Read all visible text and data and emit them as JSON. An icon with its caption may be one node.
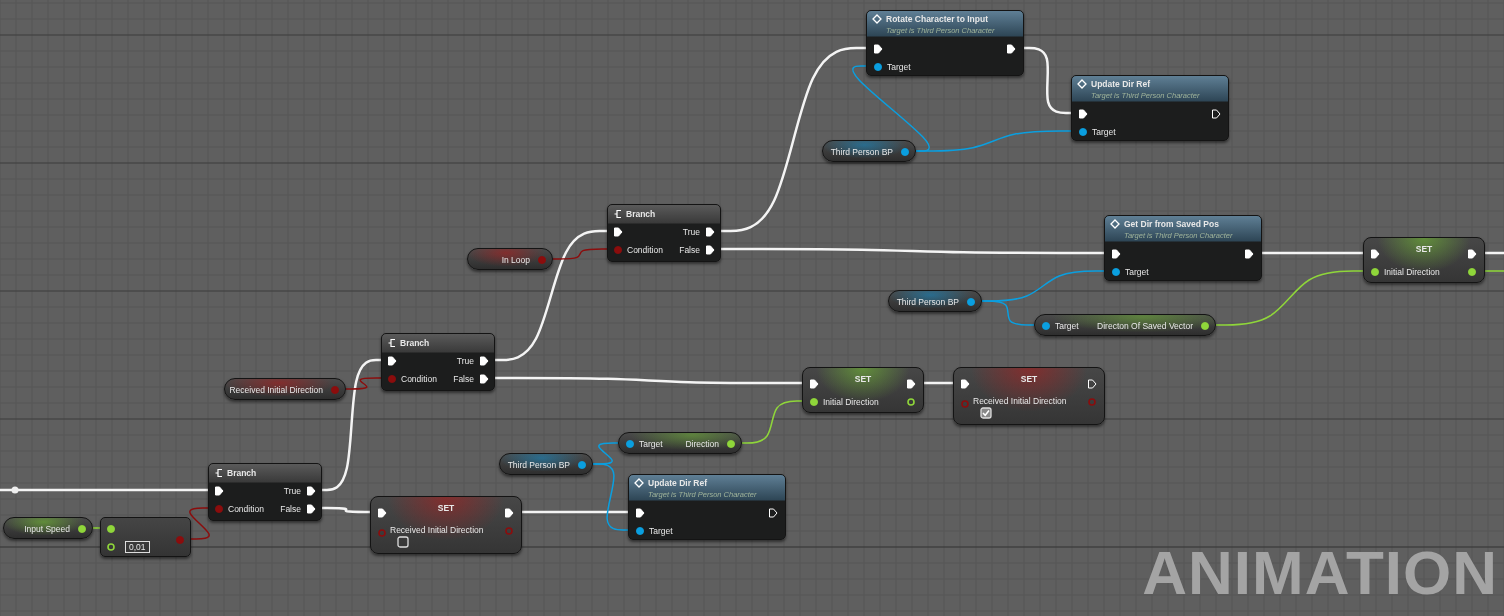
{
  "diagram": {
    "nodes": [
      {
        "text": [
          "Input Speed"
        ]
      },
      {
        "text": [
          "0,01"
        ]
      },
      {
        "text": [
          "Branch",
          "Condition",
          "True",
          "False"
        ]
      },
      {
        "text": [
          "Received Initial Direction"
        ]
      },
      {
        "text": [
          "Branch",
          "Condition",
          "True",
          "False"
        ]
      },
      {
        "text": [
          "In Loop"
        ]
      },
      {
        "text": [
          "Branch",
          "Condition",
          "True",
          "False"
        ]
      },
      {
        "text": [
          "Rotate Character to Input",
          "Target is Third Person Character",
          "Target"
        ]
      },
      {
        "text": [
          "Third Person BP"
        ]
      },
      {
        "text": [
          "Update Dir Ref",
          "Target is Third Person Character",
          "Target"
        ]
      },
      {
        "text": [
          "Get Dir from Saved Pos",
          "Target is Third Person Character",
          "Target"
        ]
      },
      {
        "text": [
          "SET",
          "Initial Direction"
        ]
      },
      {
        "text": [
          "Third Person BP"
        ]
      },
      {
        "text": [
          "Target",
          "Directon Of Saved Vector"
        ]
      },
      {
        "text": [
          "SET",
          "Initial Direction"
        ]
      },
      {
        "text": [
          "SET",
          "Received Initial Direction"
        ]
      },
      {
        "text": [
          "Third Person BP"
        ]
      },
      {
        "text": [
          "Target",
          "Direction"
        ]
      },
      {
        "text": [
          "SET",
          "Received Initial Direction"
        ]
      },
      {
        "text": [
          "Update Dir Ref",
          "Target is Third Person Character",
          "Target"
        ]
      }
    ],
    "edges": [
      {
        "from": null,
        "to": 2,
        "arrow": "none"
      },
      {
        "from": 2,
        "to": 4,
        "arrow": "none"
      },
      {
        "from": 2,
        "to": 18,
        "arrow": "none"
      },
      {
        "from": 4,
        "to": 6,
        "arrow": "none"
      },
      {
        "from": 4,
        "to": 14,
        "arrow": "none"
      },
      {
        "from": 6,
        "to": 7,
        "arrow": "none"
      },
      {
        "from": 6,
        "to": 10,
        "arrow": "none"
      },
      {
        "from": 7,
        "to": 9,
        "arrow": "none"
      },
      {
        "from": 10,
        "to": 11,
        "arrow": "none"
      },
      {
        "from": 11,
        "to": null,
        "arrow": "none"
      },
      {
        "from": 14,
        "to": 15,
        "arrow": "none"
      },
      {
        "from": 18,
        "to": 19,
        "arrow": "none"
      },
      {
        "from": 0,
        "to": 1,
        "arrow": "none",
        "color": "#8fd63a"
      },
      {
        "from": 1,
        "to": 2,
        "arrow": "none",
        "color": "#8b0d0d"
      },
      {
        "from": 3,
        "to": 4,
        "arrow": "none",
        "color": "#8b0d0d"
      },
      {
        "from": 5,
        "to": 6,
        "arrow": "none",
        "color": "#8b0d0d"
      },
      {
        "from": 8,
        "to": 7,
        "arrow": "none",
        "color": "#0a9fe0"
      },
      {
        "from": 8,
        "to": 9,
        "arrow": "none",
        "color": "#0a9fe0"
      },
      {
        "from": 12,
        "to": 10,
        "arrow": "none",
        "color": "#0a9fe0"
      },
      {
        "from": 12,
        "to": 13,
        "arrow": "none",
        "color": "#0a9fe0"
      },
      {
        "from": 13,
        "to": 11,
        "arrow": "none",
        "color": "#8fd63a"
      },
      {
        "from": 11,
        "to": null,
        "arrow": "none",
        "color": "#8fd63a"
      },
      {
        "from": 16,
        "to": 17,
        "arrow": "none",
        "color": "#0a9fe0"
      },
      {
        "from": 16,
        "to": 19,
        "arrow": "none",
        "color": "#0a9fe0"
      },
      {
        "from": 17,
        "to": 14,
        "arrow": "none",
        "color": "#8fd63a"
      }
    ],
    "labels": [
      "ANIMATION"
    ]
  }
}
